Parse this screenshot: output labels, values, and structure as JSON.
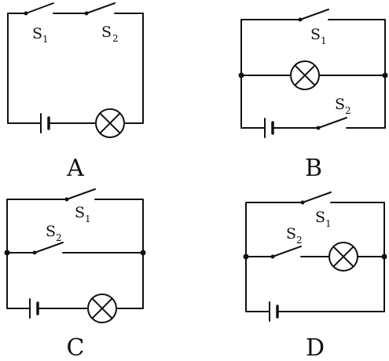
{
  "options": [
    {
      "id": "A",
      "label": "A",
      "switch1": {
        "name": "S",
        "index": "1"
      },
      "switch2": {
        "name": "S",
        "index": "2"
      }
    },
    {
      "id": "B",
      "label": "B",
      "switch1": {
        "name": "S",
        "index": "1"
      },
      "switch2": {
        "name": "S",
        "index": "2"
      }
    },
    {
      "id": "C",
      "label": "C",
      "switch1": {
        "name": "S",
        "index": "1"
      },
      "switch2": {
        "name": "S",
        "index": "2"
      }
    },
    {
      "id": "D",
      "label": "D",
      "switch1": {
        "name": "S",
        "index": "1"
      },
      "switch2": {
        "name": "S",
        "index": "2"
      }
    }
  ]
}
